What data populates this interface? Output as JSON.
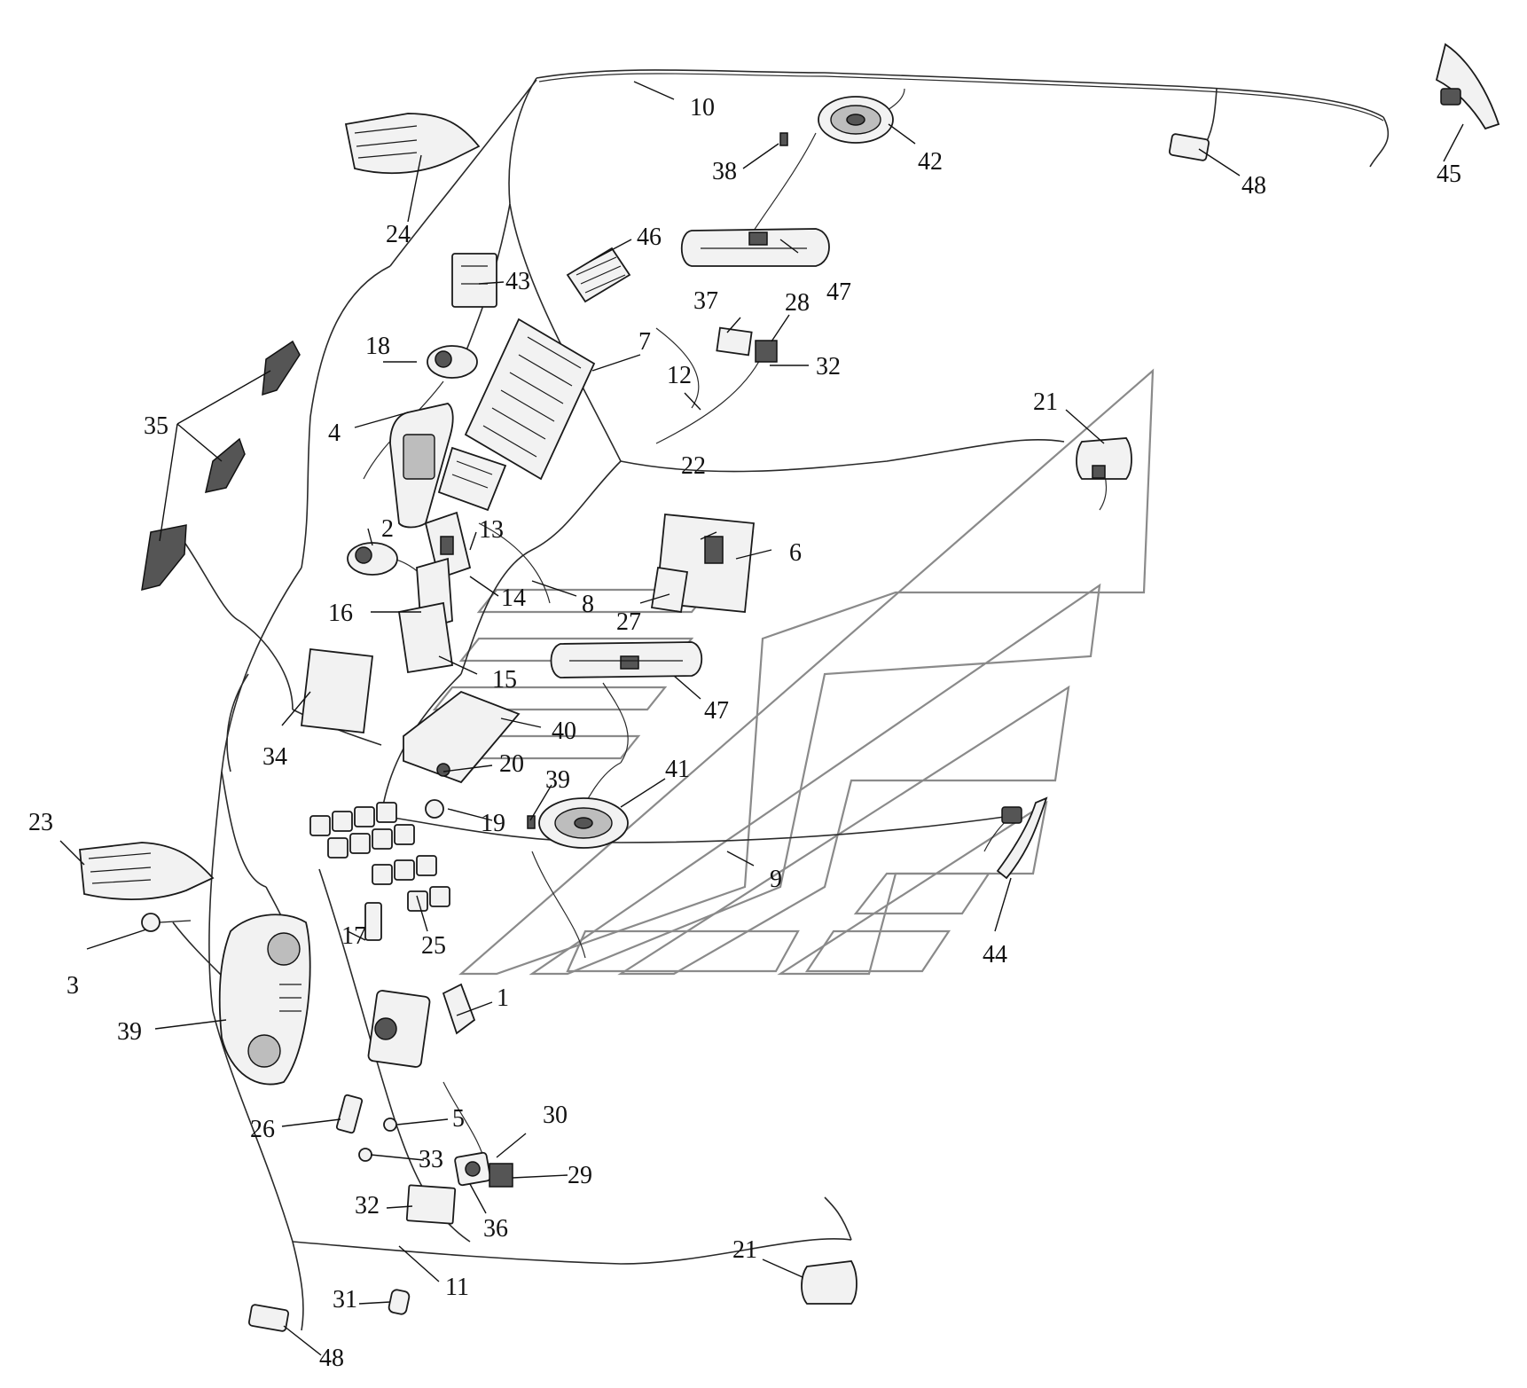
{
  "callouts": {
    "c1": "1",
    "c2": "2",
    "c3": "3",
    "c4": "4",
    "c5": "5",
    "c6": "6",
    "c7": "7",
    "c8": "8",
    "c9": "9",
    "c10": "10",
    "c11": "11",
    "c12": "12",
    "c13": "13",
    "c14": "14",
    "c15": "15",
    "c16": "16",
    "c17": "17",
    "c18": "18",
    "c19": "19",
    "c20": "20",
    "c21a": "21",
    "c21b": "21",
    "c22": "22",
    "c23": "23",
    "c24": "24",
    "c25": "25",
    "c26": "26",
    "c27": "27",
    "c28": "28",
    "c29": "29",
    "c30": "30",
    "c31": "31",
    "c32a": "32",
    "c32b": "32",
    "c33": "33",
    "c34": "34",
    "c35": "35",
    "c36": "36",
    "c37": "37",
    "c38": "38",
    "c39a": "39",
    "c39b": "39",
    "c40": "40",
    "c41": "41",
    "c42": "42",
    "c43": "43",
    "c44": "44",
    "c45": "45",
    "c46": "46",
    "c47a": "47",
    "c47b": "47",
    "c48a": "48",
    "c48b": "48"
  }
}
